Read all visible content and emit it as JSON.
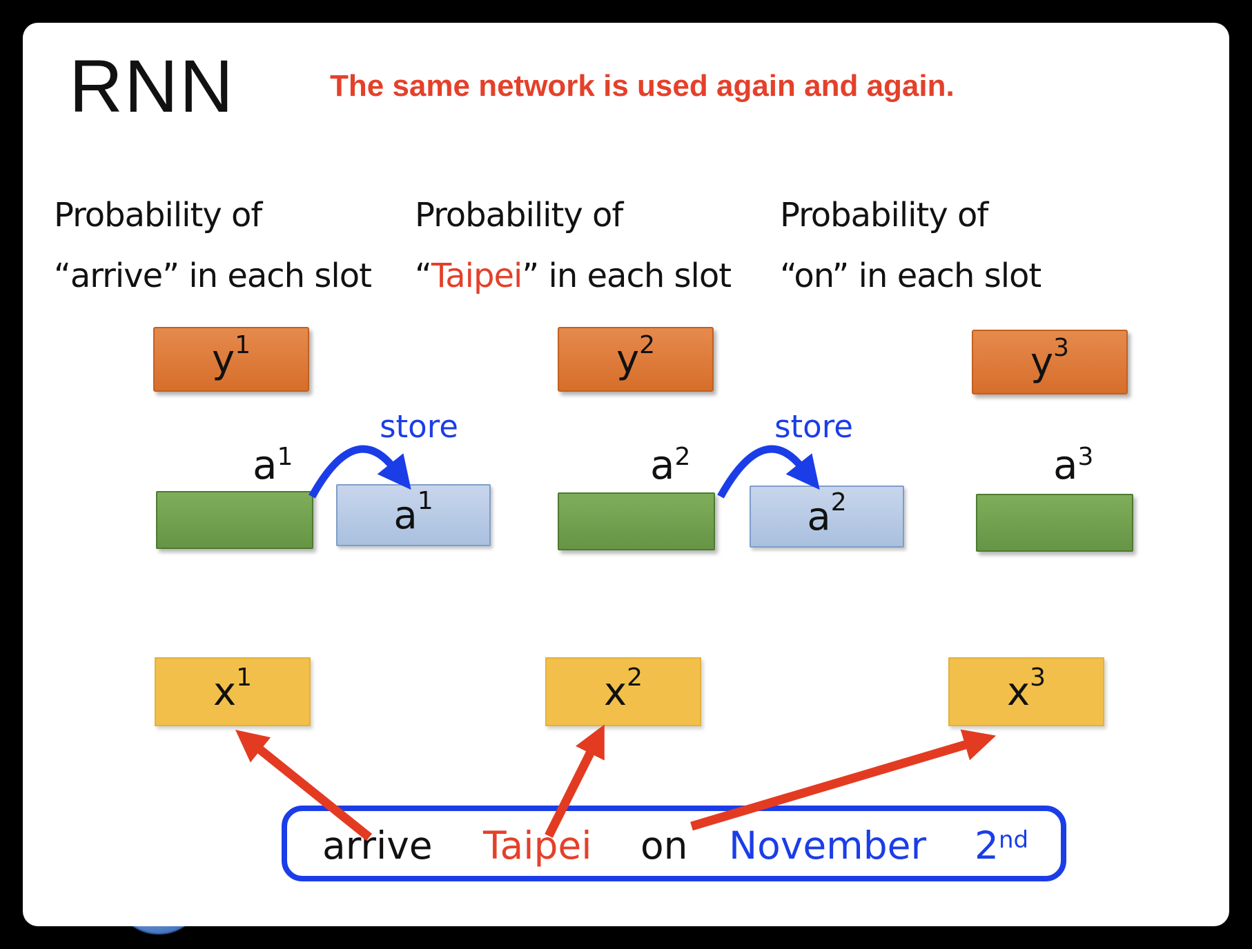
{
  "slide": {
    "title": "RNN",
    "heading": "The same network is used again and again."
  },
  "columns": [
    {
      "header_line1": "Probability of",
      "quote_open": "“",
      "word": "arrive",
      "quote_close": "”",
      "line2_rest": " in each slot",
      "y": "y",
      "y_sup": "1",
      "a": "a",
      "a_sup": "1",
      "x": "x",
      "x_sup": "1"
    },
    {
      "header_line1": "Probability of",
      "quote_open": "“",
      "word": "Taipei",
      "quote_close": "”",
      "line2_rest": " in each slot",
      "y": "y",
      "y_sup": "2",
      "a": "a",
      "a_sup": "2",
      "x": "x",
      "x_sup": "2"
    },
    {
      "header_line1": "Probability of",
      "quote_open": "“",
      "word": "on",
      "quote_close": "”",
      "line2_rest": " in each slot",
      "y": "y",
      "y_sup": "3",
      "a": "a",
      "a_sup": "3",
      "x": "x",
      "x_sup": "3"
    }
  ],
  "memory": [
    {
      "label": "a",
      "sup": "1"
    },
    {
      "label": "a",
      "sup": "2"
    }
  ],
  "store_labels": [
    "store",
    "store"
  ],
  "sentence": {
    "words": [
      {
        "text": "arrive"
      },
      {
        "text": "Taipei"
      },
      {
        "text": "on"
      },
      {
        "text": "November"
      },
      {
        "text": "2",
        "sup": "nd"
      }
    ]
  },
  "colors": {
    "accent_red": "#E4402A",
    "accent_blue": "#1B3DE8",
    "output_box_orange": "#D97530",
    "hidden_box_green": "#6FA04B",
    "input_box_yellow": "#F2C04A",
    "memory_box_blue": "#B5C9E5",
    "memory_arrow_navy": "#3E61A1"
  }
}
